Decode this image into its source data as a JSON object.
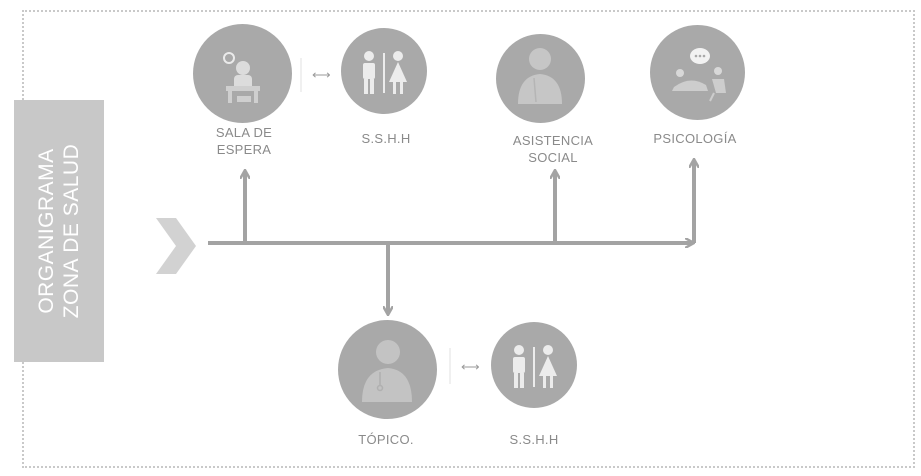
{
  "diagram": {
    "side_title_line1": "ORGANIGRAMA",
    "side_title_line2": "ZONA DE SALUD",
    "nodes": {
      "sala_espera": {
        "line1": "SALA DE",
        "line2": "ESPERA",
        "icon": "waiting-room-icon"
      },
      "sshh_top": {
        "label": "S.S.H.H",
        "icon": "restroom-icon"
      },
      "asistencia_social": {
        "line1": "ASISTENCIA",
        "line2": "SOCIAL",
        "icon": "social-worker-icon"
      },
      "psicologia": {
        "label": "PSICOLOGÍA",
        "icon": "psychology-session-icon"
      },
      "topico": {
        "label": "TÓPICO.",
        "icon": "nurse-icon"
      },
      "sshh_bottom": {
        "label": "S.S.H.H",
        "icon": "restroom-icon"
      }
    },
    "link_symbol": "⟷",
    "colors": {
      "circle": "#a9a9a9",
      "line": "#a3a3a3",
      "label_text": "#8a8a8a",
      "side_panel": "#c8c8c8"
    }
  }
}
